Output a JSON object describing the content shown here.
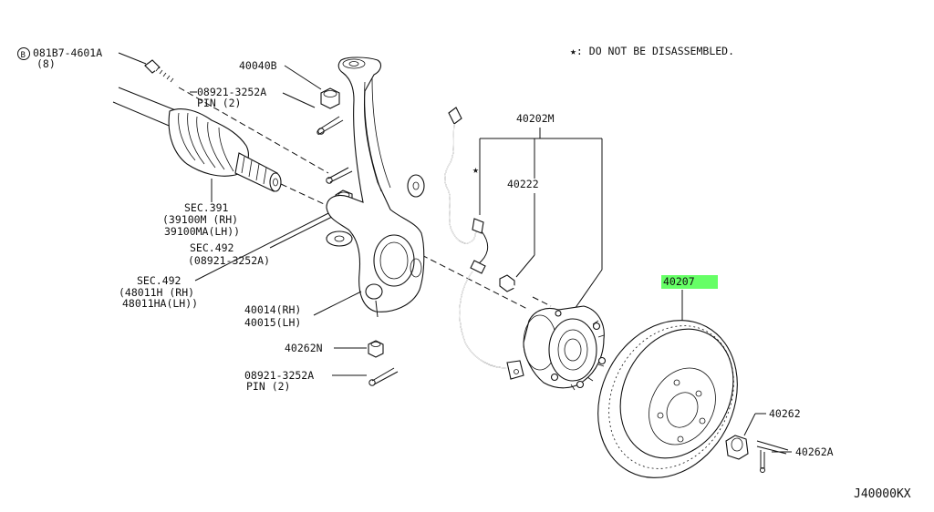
{
  "note": "★: DO NOT BE DISASSEMBLED.",
  "drawing_code": "J40000KX",
  "highlight_color": "#66ff66",
  "callouts": {
    "bolt": {
      "circle_letter": "B",
      "number": "081B7-4601A",
      "qty": "(8)"
    },
    "nut_40040b": "40040B",
    "pin_upper": {
      "number": "08921-3252A",
      "qty": "PIN (2)"
    },
    "sec391": {
      "ref": "SEC.391",
      "rh": "(39100M (RH)",
      "lh": "39100MA(LH))"
    },
    "sec492_a": {
      "ref": "SEC.492",
      "sub": "(08921-3252A)"
    },
    "sec492_b": {
      "ref": "SEC.492",
      "rh": "(48011H (RH)",
      "lh": "48011HA(LH))"
    },
    "knuckle": {
      "rh": "40014(RH)",
      "lh": "40015(LH)"
    },
    "nut_40262n": "40262N",
    "pin_lower": {
      "number": "08921-3252A",
      "qty": "PIN (2)"
    },
    "hub_assy": "40202M",
    "hub_bolt": "40222",
    "star": "★",
    "rotor": "40207",
    "nut_40262": "40262",
    "pin_40262a": "40262A"
  }
}
